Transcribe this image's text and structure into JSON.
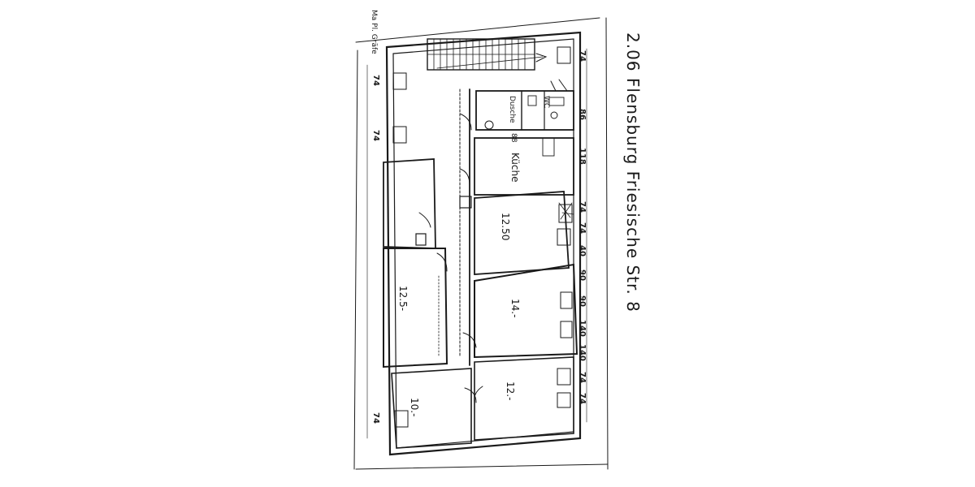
{
  "plan": {
    "title": "2.06  Flensburg  Friesische Str. 8",
    "rooms": {
      "r1": "12.50",
      "r2": "14.-",
      "r3": "12.-",
      "r4": "12.5-",
      "r5": "10.-",
      "kitchen": "Küche",
      "wc": "WC",
      "dusche": "Dusche",
      "bath_num": "88"
    },
    "dims_right": [
      "74",
      "86",
      "118",
      "74",
      "74",
      "40",
      "90",
      "90",
      "140",
      "140",
      "74",
      "74"
    ],
    "dims_left": [
      "74",
      "74",
      "74"
    ],
    "corner_note": "Ma Pl. Gräfe"
  },
  "colors": {
    "ink": "#1a1a1a",
    "paper": "#ffffff"
  }
}
